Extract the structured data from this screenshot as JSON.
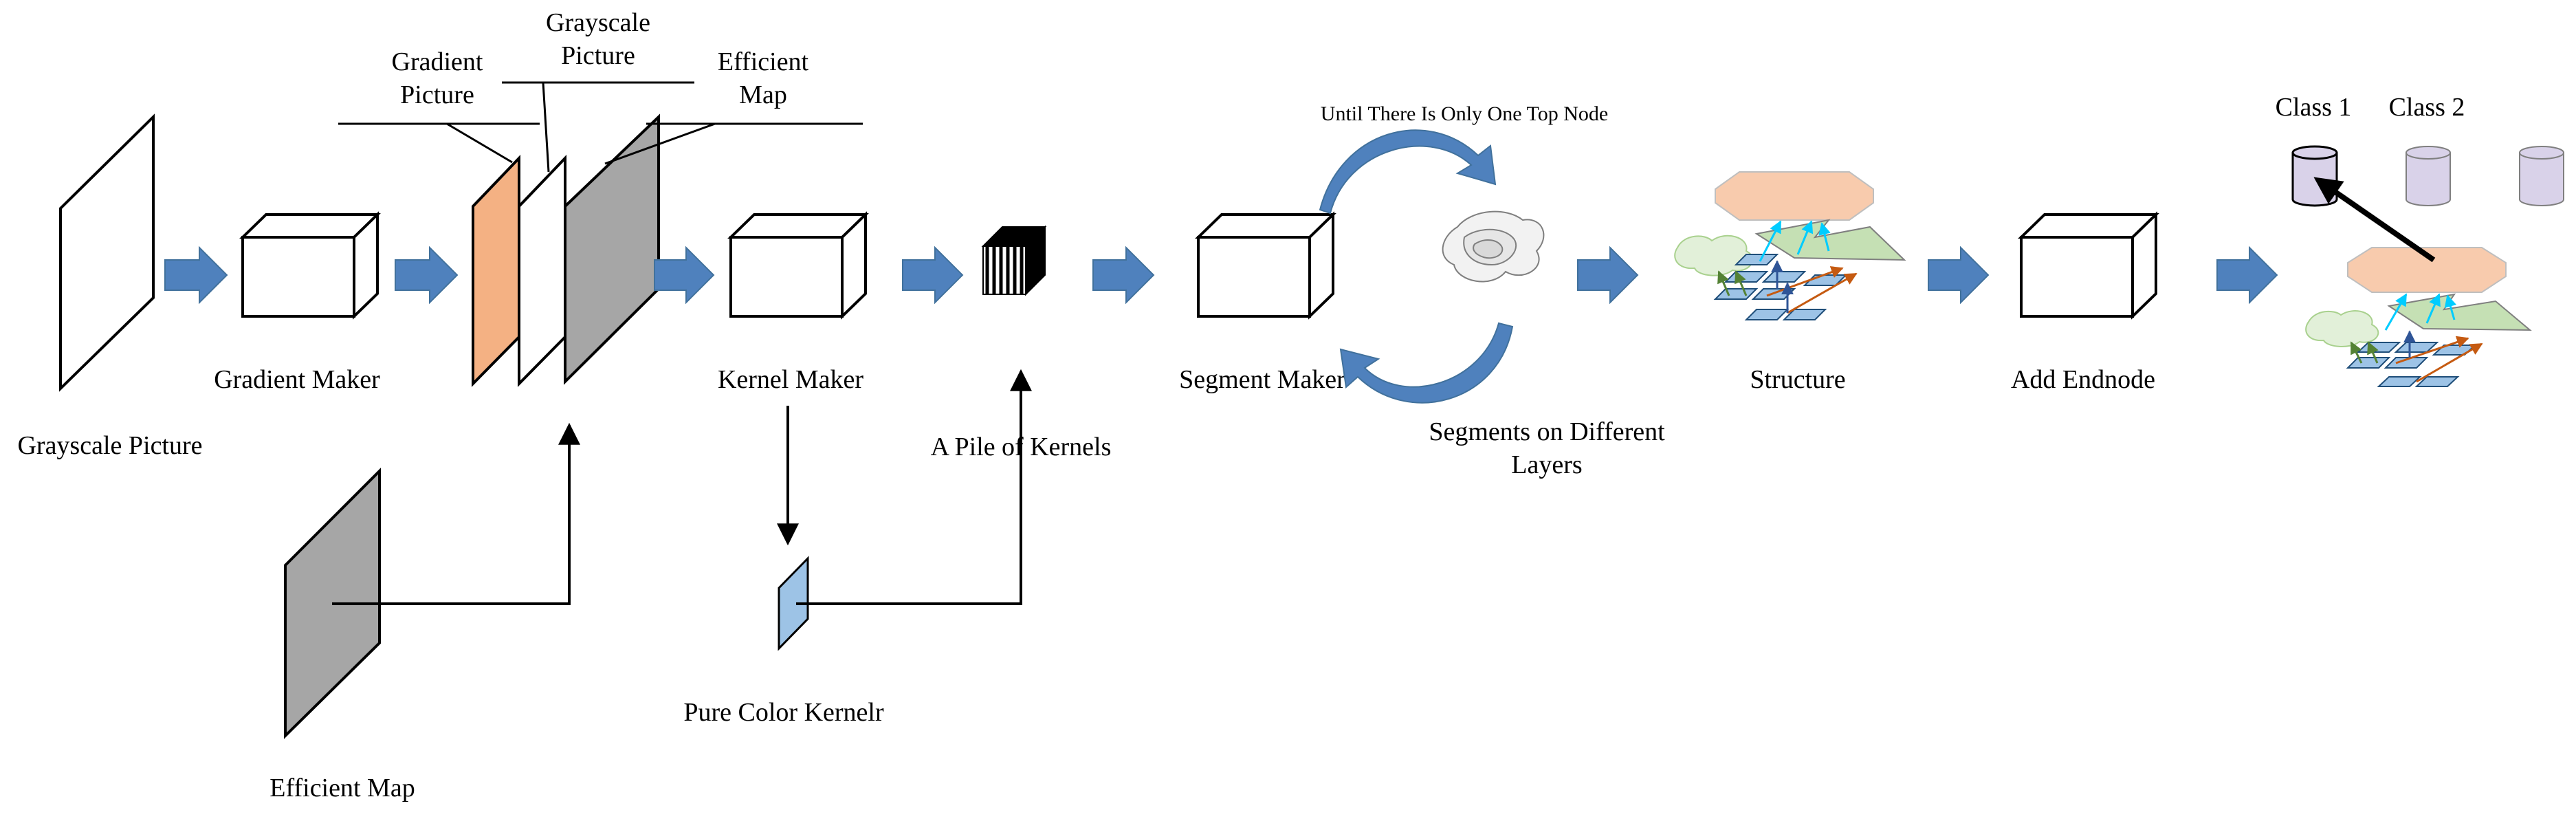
{
  "labels": {
    "grayscale_picture": "Grayscale Picture",
    "gradient_maker": "Gradient Maker",
    "gradient_picture_line1": "Gradient",
    "gradient_picture_line2": "Picture",
    "grayscale_picture_top_line1": "Grayscale",
    "grayscale_picture_top_line2": "Picture",
    "efficient_map_top_line1": "Efficient",
    "efficient_map_top_line2": "Map",
    "efficient_map": "Efficient Map",
    "kernel_maker": "Kernel Maker",
    "pure_color_kernel": "Pure Color Kernelr",
    "pile_of_kernels": "A Pile of Kernels",
    "segment_maker": "Segment Maker",
    "until_top_node": "Until There Is Only One Top Node",
    "segments_line1": "Segments on Different",
    "segments_line2": "Layers",
    "structure": "Structure",
    "add_endnode": "Add Endnode",
    "class1": "Class 1",
    "class2": "Class 2"
  },
  "colors": {
    "flow_arrow": "#4f81bd",
    "gradient_layer": "#f4b183",
    "efficient_layer": "#a6a6a6",
    "kernel_blue": "#9dc3e6",
    "octagon": "#f8cbad",
    "green_shape": "#c5e0b4",
    "cloud": "#e2f0d9",
    "cylinder": "#d9d2e9",
    "cyan_arrow": "#00ccff",
    "orange_arrow": "#c55a11"
  }
}
